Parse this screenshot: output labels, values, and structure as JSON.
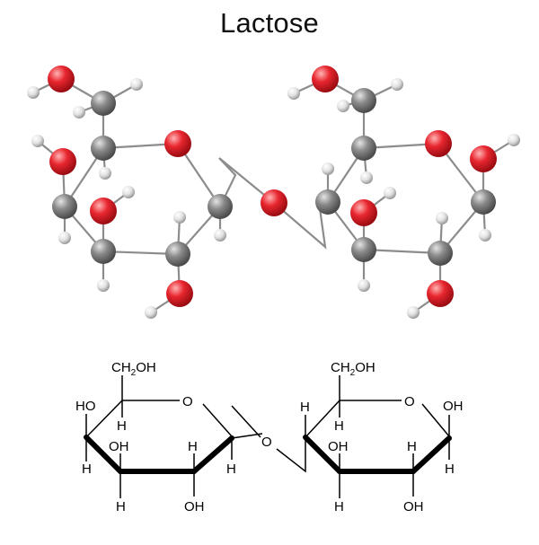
{
  "title": "Lactose",
  "colors": {
    "carbon": "#7a7a7a",
    "oxygen": "#e0262f",
    "hydrogen": "#e6e6e6",
    "bond": "#8c8c8c",
    "text": "#111111"
  },
  "structural_labels": {
    "ch2oh_left": "CH",
    "ch2oh_left_sub": "2",
    "ch2oh_left_tail": "OH",
    "ch2oh_right": "CH",
    "ch2oh_right_sub": "2",
    "ch2oh_right_tail": "OH",
    "ring_o_left": "O",
    "ring_o_right": "O",
    "bridge_o": "O",
    "oh": "OH",
    "ho": "HO",
    "h": "H"
  }
}
